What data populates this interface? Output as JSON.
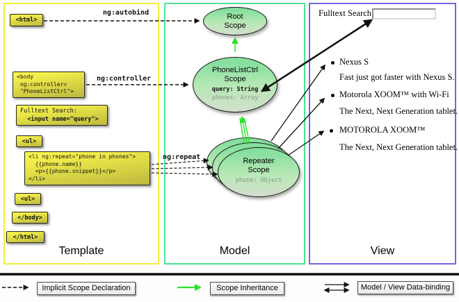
{
  "colors": {
    "template_border": "#f2ee3e",
    "model_border": "#4ee392",
    "view_border": "#7165e3",
    "green_arrow": "#2ce22c",
    "code_box_top": "#f7f44c",
    "code_box_bottom": "#bdb93f",
    "scope_top": "#85df9e",
    "scope_mid": "#b9e8b6",
    "scope_bottom": "#d2dfcd"
  },
  "columns": {
    "template": {
      "title": "Template"
    },
    "model": {
      "title": "Model"
    },
    "view": {
      "title": "View"
    }
  },
  "template_code": {
    "html_open": "<html>",
    "body_open": [
      "<body",
      " ng:controller=",
      " \"PhoneListCtrl\">"
    ],
    "fulltext": [
      "Fulltext Search:",
      "  <input name=\"query\">"
    ],
    "ul_open": "<ul>",
    "li_repeat": [
      "<li ng:repeat=\"phone in phones\">",
      "  {{phone.name}}",
      "  <p>{{phone.snippet}}</p>",
      "</li>"
    ],
    "ul_close": "<ul>",
    "body_close": "</body>",
    "html_close": "</html>"
  },
  "arrow_labels": {
    "autobind": "ng:autobind",
    "controller": "ng:controller",
    "repeat": "ng:repeat"
  },
  "scopes": {
    "root": {
      "title1": "Root",
      "title2": "Scope"
    },
    "phonelist": {
      "title1": "PhoneListCtrl",
      "title2": "Scope",
      "prop_query": "query: String",
      "prop_phones": "phones: Array"
    },
    "repeater": {
      "title1": "Repeater",
      "title2": "Scope",
      "prop_phone": "phone: Object"
    }
  },
  "view": {
    "search_label": "Fulltext Search:",
    "search_value": "",
    "items": [
      {
        "name": "Nexus S",
        "desc": "Fast just got faster with Nexus S."
      },
      {
        "name": "Motorola XOOM™ with Wi-Fi",
        "desc": "The Next, Next Generation tablet."
      },
      {
        "name": "MOTOROLA XOOM™",
        "desc": "The Next, Next Generation tablet."
      }
    ]
  },
  "legend": {
    "implicit_label": "Implicit Scope Declaration",
    "inheritance_label": "Scope Inheritance",
    "binding_label": "Model / View Data-binding"
  }
}
